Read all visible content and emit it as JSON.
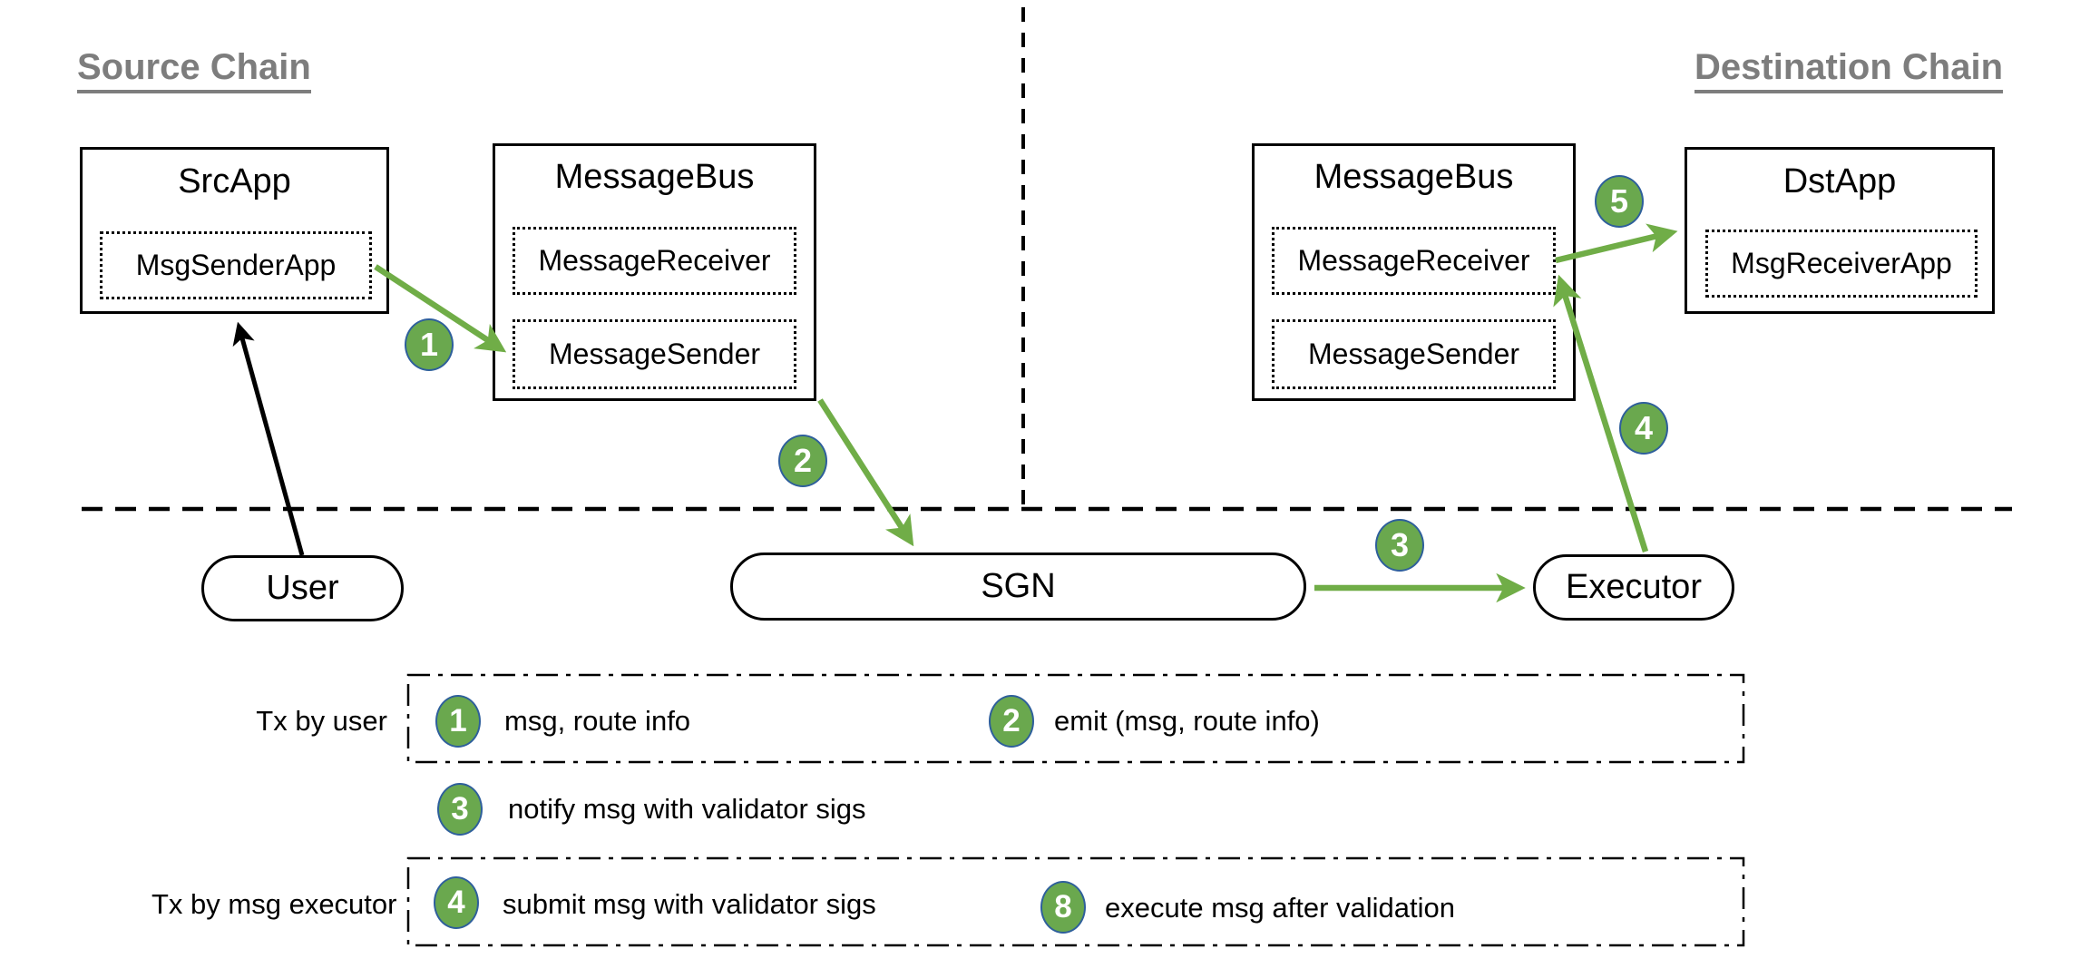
{
  "headings": {
    "source": "Source Chain",
    "destination": "Destination Chain"
  },
  "boxes": {
    "src_app": {
      "title": "SrcApp",
      "children": [
        "MsgSenderApp"
      ]
    },
    "message_bus_src": {
      "title": "MessageBus",
      "children": [
        "MessageReceiver",
        "MessageSender"
      ]
    },
    "message_bus_dst": {
      "title": "MessageBus",
      "children": [
        "MessageReceiver",
        "MessageSender"
      ]
    },
    "dst_app": {
      "title": "DstApp",
      "children": [
        "MsgReceiverApp"
      ]
    }
  },
  "pills": {
    "user": "User",
    "sgn": "SGN",
    "executor": "Executor"
  },
  "diagram_badges": [
    "1",
    "2",
    "3",
    "4",
    "5"
  ],
  "legend": {
    "row_labels": {
      "user": "Tx by user",
      "executor": "Tx by msg executor"
    },
    "items": [
      {
        "num": "1",
        "text": "msg, route info"
      },
      {
        "num": "2",
        "text": "emit (msg, route info)"
      },
      {
        "num": "3",
        "text": "notify msg with validator sigs"
      },
      {
        "num": "4",
        "text": "submit msg with validator sigs"
      },
      {
        "num": "8",
        "text": "execute msg after validation"
      }
    ]
  },
  "colors": {
    "arrow_green": "#70ad47",
    "badge_fill": "#6aa84e",
    "badge_border": "#2e5f9b",
    "heading_gray": "#7d7d7d",
    "line_black": "#000000"
  }
}
